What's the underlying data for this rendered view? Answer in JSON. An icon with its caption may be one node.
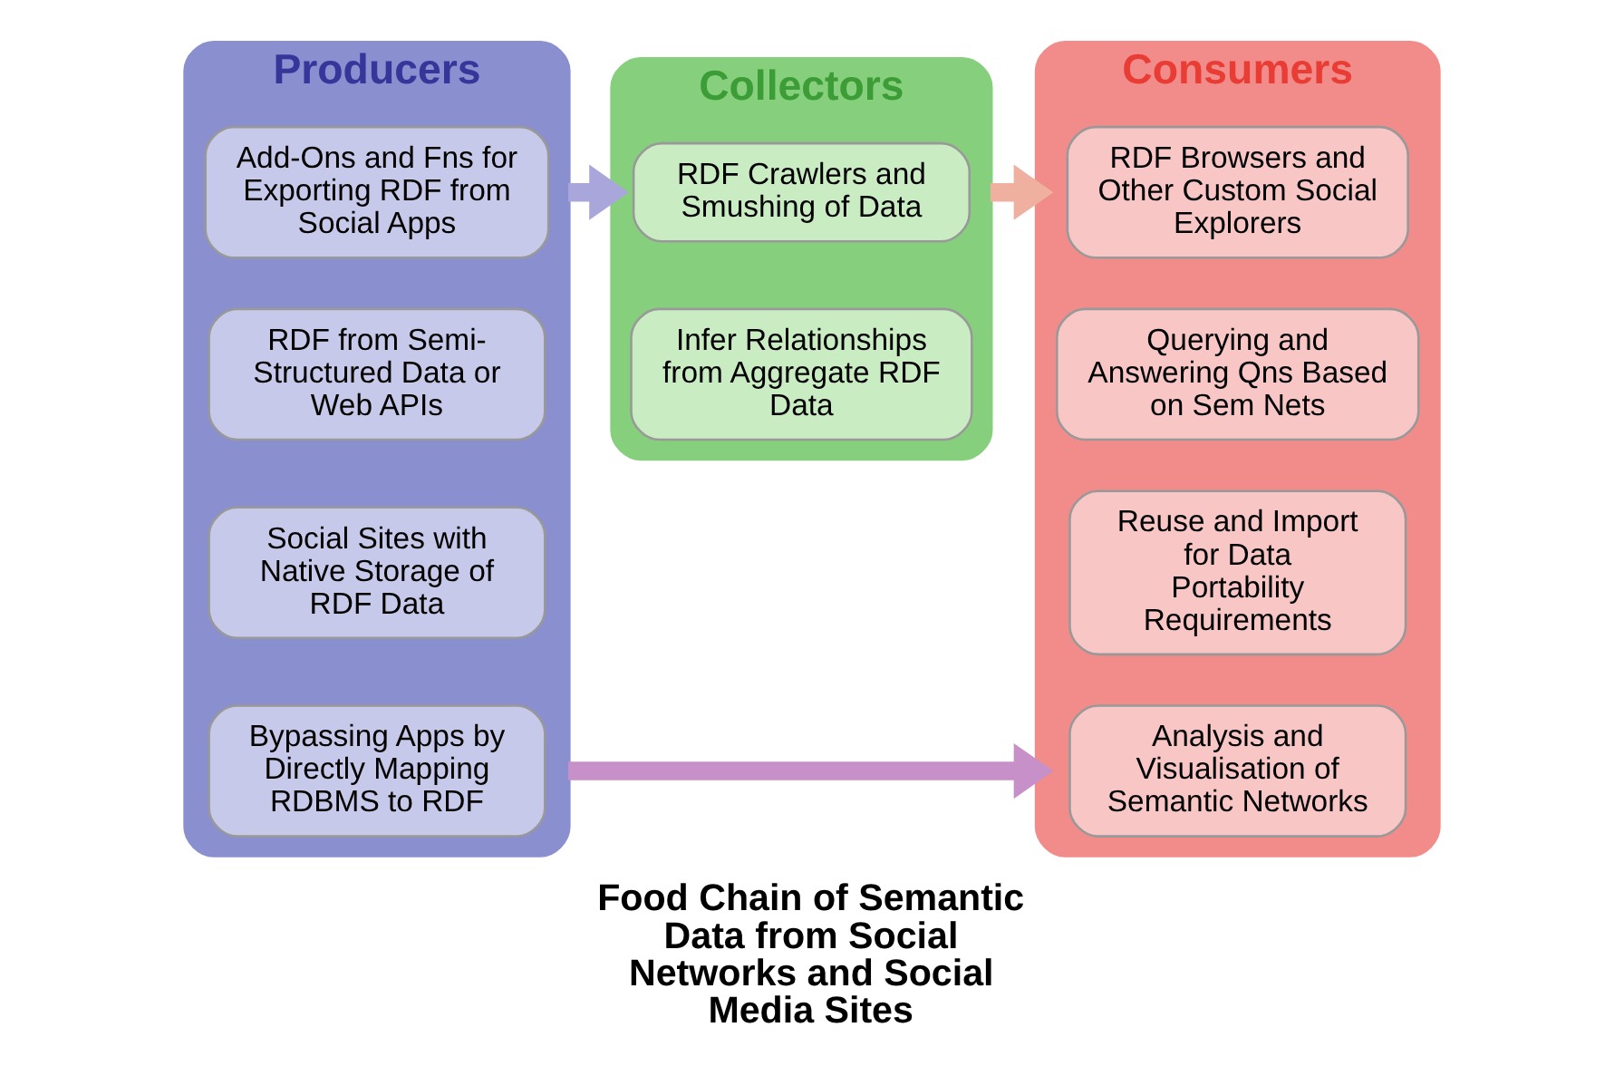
{
  "diagram": {
    "caption": "Food Chain of Semantic Data from Social Networks and Social Media Sites",
    "nodes": [
      {
        "text": [
          "Producers"
        ]
      },
      {
        "text": [
          "Add-Ons and Fns for Exporting RDF from Social Apps"
        ],
        "in": 0
      },
      {
        "text": [
          "RDF from Semi-Structured Data or Web APIs"
        ],
        "in": 0
      },
      {
        "text": [
          "Social Sites with Native Storage of RDF Data"
        ],
        "in": 0
      },
      {
        "text": [
          "Bypassing Apps by Directly Mapping RDBMS to RDF"
        ],
        "in": 0
      },
      {
        "text": [
          "Collectors"
        ]
      },
      {
        "text": [
          "RDF Crawlers and Smushing of Data"
        ],
        "in": 5
      },
      {
        "text": [
          "Infer Relationships from Aggregate RDF Data"
        ],
        "in": 5
      },
      {
        "text": [
          "Consumers"
        ]
      },
      {
        "text": [
          "RDF Browsers and Other Custom Social Explorers"
        ],
        "in": 8
      },
      {
        "text": [
          "Querying and Answering Qns Based on Sem Nets"
        ],
        "in": 8
      },
      {
        "text": [
          "Reuse and Import for Data Portability Requirements"
        ],
        "in": 8
      },
      {
        "text": [
          "Analysis and Visualisation of Semantic Networks"
        ],
        "in": 8
      }
    ],
    "edges": [
      {
        "from": 0,
        "to": 5,
        "arrow": "to"
      },
      {
        "from": 5,
        "to": 8,
        "arrow": "to"
      },
      {
        "from": 0,
        "to": 8,
        "arrow": "to"
      }
    ]
  }
}
